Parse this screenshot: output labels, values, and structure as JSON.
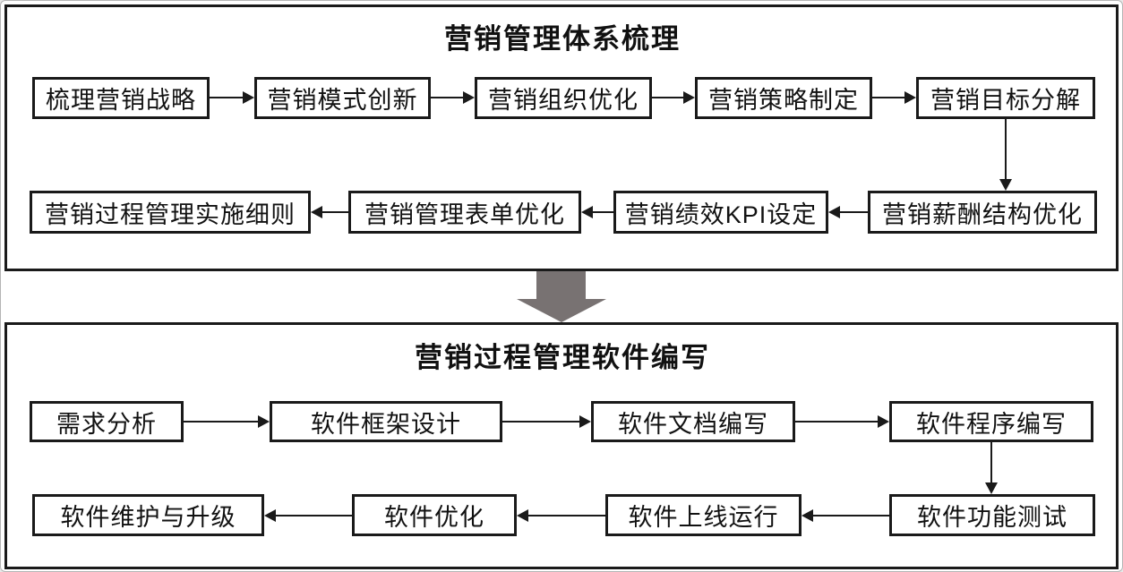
{
  "diagram": {
    "type": "flowchart",
    "sections": [
      {
        "title": "营销管理体系梳理",
        "rows": [
          [
            "梳理营销战略",
            "营销模式创新",
            "营销组织优化",
            "营销策略制定",
            "营销目标分解"
          ],
          [
            "营销过程管理实施细则",
            "营销管理表单优化",
            "营销绩效KPI设定",
            "营销薪酬结构优化"
          ]
        ]
      },
      {
        "title": "营销过程管理软件编写",
        "rows": [
          [
            "需求分析",
            "软件框架设计",
            "软件文档编写",
            "软件程序编写"
          ],
          [
            "软件维护与升级",
            "软件优化",
            "软件上线运行",
            "软件功能测试"
          ]
        ]
      }
    ],
    "colors": {
      "node_border": "#1a1a1a",
      "node_fill": "#ffffff",
      "connector": "#1a1a1a",
      "section_transition_arrow": "#787272",
      "background": "#ffffff"
    }
  }
}
